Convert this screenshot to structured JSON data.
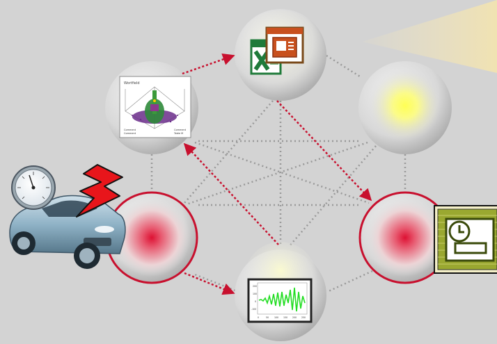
{
  "diagram": {
    "nodes": [
      {
        "id": "office",
        "content": "office-app-icons",
        "style": "plain"
      },
      {
        "id": "plot3d",
        "content": "3d-scatter-plot-thumbnail",
        "style": "plain"
      },
      {
        "id": "light",
        "content": "yellow-glow",
        "style": "plain"
      },
      {
        "id": "left-red",
        "content": "red-glow",
        "style": "highlighted"
      },
      {
        "id": "right-red",
        "content": "red-glow",
        "style": "highlighted"
      },
      {
        "id": "waveform",
        "content": "waveform-plot-thumbnail",
        "style": "plain"
      }
    ],
    "edges_gray_dotted": [
      [
        "office",
        "light"
      ],
      [
        "light",
        "right-red"
      ],
      [
        "right-red",
        "waveform"
      ],
      [
        "waveform",
        "left-red"
      ],
      [
        "left-red",
        "plot3d"
      ],
      [
        "office",
        "waveform"
      ],
      [
        "plot3d",
        "light"
      ],
      [
        "left-red",
        "right-red"
      ],
      [
        "plot3d",
        "right-red"
      ],
      [
        "light",
        "left-red"
      ],
      [
        "office",
        "left-red"
      ],
      [
        "light",
        "waveform"
      ]
    ],
    "edges_red_arrows": [
      [
        "plot3d",
        "office"
      ],
      [
        "office",
        "right-red"
      ],
      [
        "waveform",
        "plot3d"
      ],
      [
        "left-red",
        "waveform"
      ]
    ],
    "thumb_plot3d_text": {
      "title": "Wortfield",
      "left_caption_1": "Comment",
      "left_caption_2": "Comment",
      "right_caption_1": "Comment",
      "right_caption_2": "Table M"
    },
    "thumb_waveform_ticks_y": [
      "200",
      "100",
      "0",
      "-100"
    ],
    "thumb_waveform_ticks_x": [
      "0",
      "50",
      "100",
      "150",
      "200",
      "250"
    ],
    "colors": {
      "background": "#d3d3d3",
      "red_accent": "#c8102e",
      "dot_gray": "#9a9a9a",
      "glow_yellow": "#ffff55",
      "glow_red": "#dd1133",
      "wave_green": "#22dd22",
      "icon_green": "#1f7a3a",
      "icon_orange": "#c8501e",
      "icon_olive": "#7a8a1a"
    }
  },
  "illustration": {
    "vehicle": "car-with-gauge-and-lightning",
    "gauge_type": "pressure-dial"
  }
}
